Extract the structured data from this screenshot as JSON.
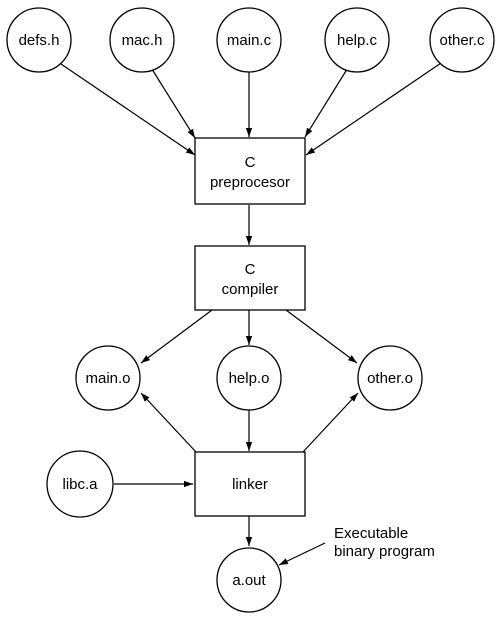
{
  "nodes": {
    "defs_h": "defs.h",
    "mac_h": "mac.h",
    "main_c": "main.c",
    "help_c": "help.c",
    "other_c": "other.c",
    "preprocessor": [
      "C",
      "preprocesor"
    ],
    "compiler": [
      "C",
      "compiler"
    ],
    "main_o": "main.o",
    "help_o": "help.o",
    "other_o": "other.o",
    "libc_a": "libc.a",
    "linker": "linker",
    "a_out": "a.out"
  },
  "annotation": {
    "line1": "Executable",
    "line2": "binary program"
  },
  "colors": {
    "stroke": "#000000",
    "fill": "#ffffff"
  }
}
